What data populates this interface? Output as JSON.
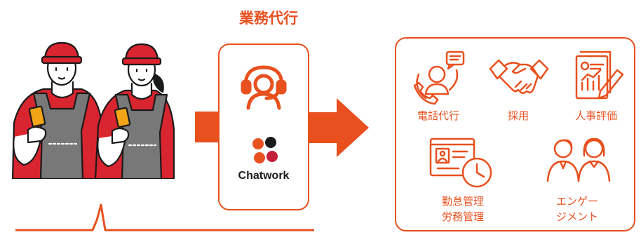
{
  "heading": "業務代行",
  "brand": {
    "chatwork_label": "Chatwork"
  },
  "services": [
    {
      "label": "電話代行",
      "icon": "phone-operator-icon"
    },
    {
      "label": "採用",
      "icon": "handshake-icon"
    },
    {
      "label": "人事評価",
      "icon": "evaluation-report-icon"
    },
    {
      "label_line1": "勤怠管理",
      "label_line2": "労務管理",
      "icon": "attendance-clock-icon"
    },
    {
      "label_line1": "エンゲー",
      "label_line2": "ジメント",
      "icon": "team-people-icon"
    }
  ],
  "colors": {
    "accent": "#e8501e",
    "worker_red": "#d9252f",
    "apron_gray": "#777777"
  }
}
